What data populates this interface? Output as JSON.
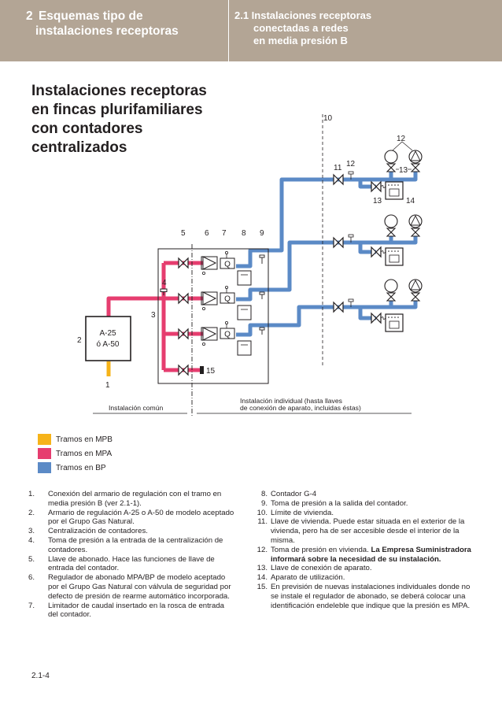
{
  "header": {
    "left_number": "2",
    "left_line1": "Esquemas tipo de",
    "left_line2": "instalaciones receptoras",
    "right_line1": "2.1 Instalaciones receptoras",
    "right_line2": "conectadas a redes",
    "right_line3": "en media presión B"
  },
  "title": {
    "line1": "Instalaciones receptoras",
    "line2": "en fincas plurifamiliares",
    "line3": "con contadores",
    "line4": "centralizados"
  },
  "diagram": {
    "cabinet_label_line1": "A-25",
    "cabinet_label_line2": "ó A-50",
    "meter_letter": "Q",
    "labels": {
      "n1": "1",
      "n2": "2",
      "n3": "3",
      "n4": "4",
      "n5": "5",
      "n6": "6",
      "n7": "7",
      "n8": "8",
      "n9": "9",
      "n10": "10",
      "n11": "11",
      "n12a": "12",
      "n12b": "12",
      "n13a": "13",
      "n13b": "13",
      "n14": "14",
      "n15": "15"
    },
    "section_common": "Instalación común",
    "section_individual_line1": "Instalación individual (hasta llaves",
    "section_individual_line2": "de conexión de aparato, incluidas éstas)",
    "colors": {
      "mpb": "#f6b319",
      "mpa": "#e63d6f",
      "bp": "#5b8ac6"
    }
  },
  "legend": [
    {
      "label": "Tramos en MPB",
      "color": "#f6b319"
    },
    {
      "label": "Tramos en MPA",
      "color": "#e63d6f"
    },
    {
      "label": "Tramos en BP",
      "color": "#5b8ac6"
    }
  ],
  "notes_left": [
    {
      "n": "1.",
      "t": "Conexión del armario de regulación con el tramo en media presión B (ver 2.1-1)."
    },
    {
      "n": "2.",
      "t": "Armario de regulación A-25 o A-50 de modelo aceptado por el Grupo Gas Natural."
    },
    {
      "n": "3.",
      "t": "Centralización de contadores."
    },
    {
      "n": "4.",
      "t": "Toma de presión a la entrada de la centralización de contadores."
    },
    {
      "n": "5.",
      "t": "Llave de abonado. Hace las funciones de llave de entrada del contador."
    },
    {
      "n": "6.",
      "t": "Regulador de abonado MPA/BP de modelo aceptado por el Grupo Gas Natural con válvula de seguridad por defecto de presión de rearme automático incorporada."
    },
    {
      "n": "7.",
      "t": "Limitador de caudal insertado en la rosca de entrada del contador."
    }
  ],
  "notes_right": [
    {
      "n": "8.",
      "t": "Contador G-4"
    },
    {
      "n": "9.",
      "t": "Toma de presión a la salida del contador."
    },
    {
      "n": "10.",
      "t": "Límite de vivienda."
    },
    {
      "n": "11.",
      "t": "Llave de vivienda. Puede estar situada en el exterior de la vivienda, pero ha de ser accesible desde el interior de la misma."
    },
    {
      "n": "12.",
      "t": "Toma de presión en vivienda.",
      "bold": "La Empresa Suministradora informará sobre la necesidad de su instalación."
    },
    {
      "n": "13.",
      "t": "Llave de conexión de aparato."
    },
    {
      "n": "14.",
      "t": "Aparato de utilización."
    },
    {
      "n": "15.",
      "t": "En previsión de nuevas instalaciones individuales donde no se instale el regulador de abonado, se deberá colocar una identificación endeleble que indique que la presión es MPA."
    }
  ],
  "footer": {
    "page": "2.1-4"
  }
}
